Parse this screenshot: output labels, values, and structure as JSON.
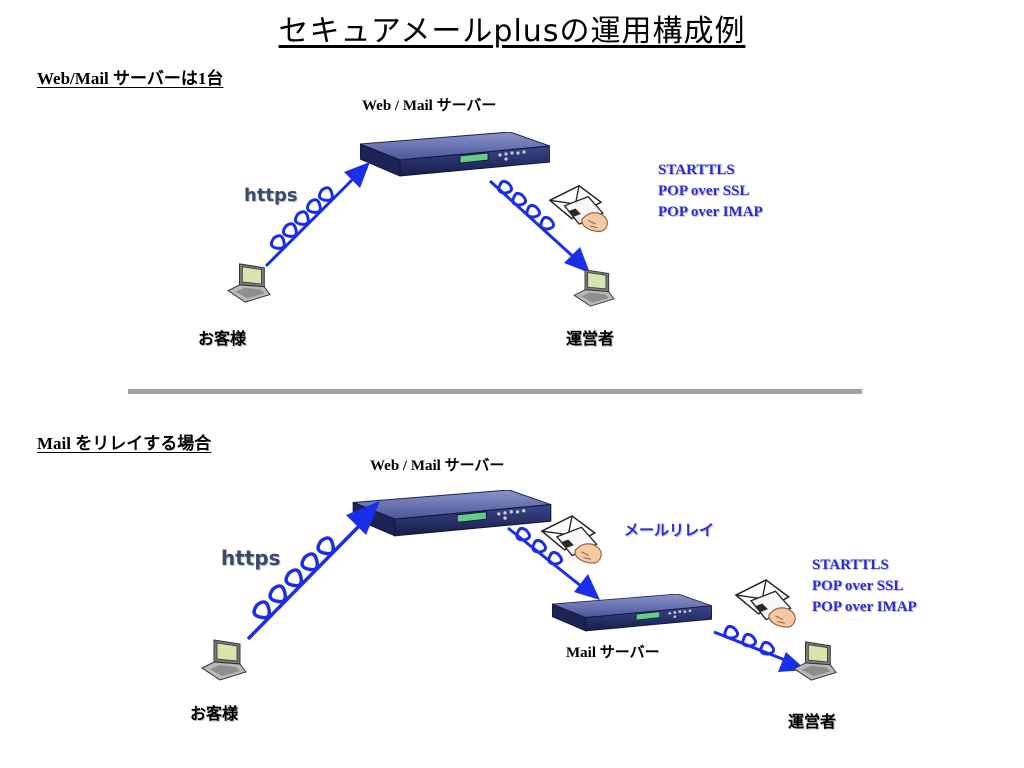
{
  "title": "セキュアメールplusの運用構成例",
  "section1": {
    "heading": "Web/Mail サーバーは1台",
    "server_label": "Web / Mail サーバー",
    "https_label": "https",
    "customer_label": "お客様",
    "operator_label": "運営者",
    "protocols": [
      "STARTTLS",
      "POP over SSL",
      "POP over IMAP"
    ]
  },
  "section2": {
    "heading": "Mail をリレイする場合",
    "server_label": "Web / Mail サーバー",
    "relay_label": "メールリレイ",
    "mail_server_label": "Mail サーバー",
    "https_label": "https",
    "customer_label": "お客様",
    "operator_label": "運営者",
    "protocols": [
      "STARTTLS",
      "POP over SSL",
      "POP over IMAP"
    ]
  },
  "colors": {
    "arrow": "#1a2ee8",
    "protocol_text": "#2b2bd6",
    "server_body": "#2a3570",
    "divider": "#a0a0a0"
  },
  "icons": [
    "server-icon",
    "laptop-icon",
    "mail-envelope-icon",
    "encrypted-arrow-icon"
  ]
}
